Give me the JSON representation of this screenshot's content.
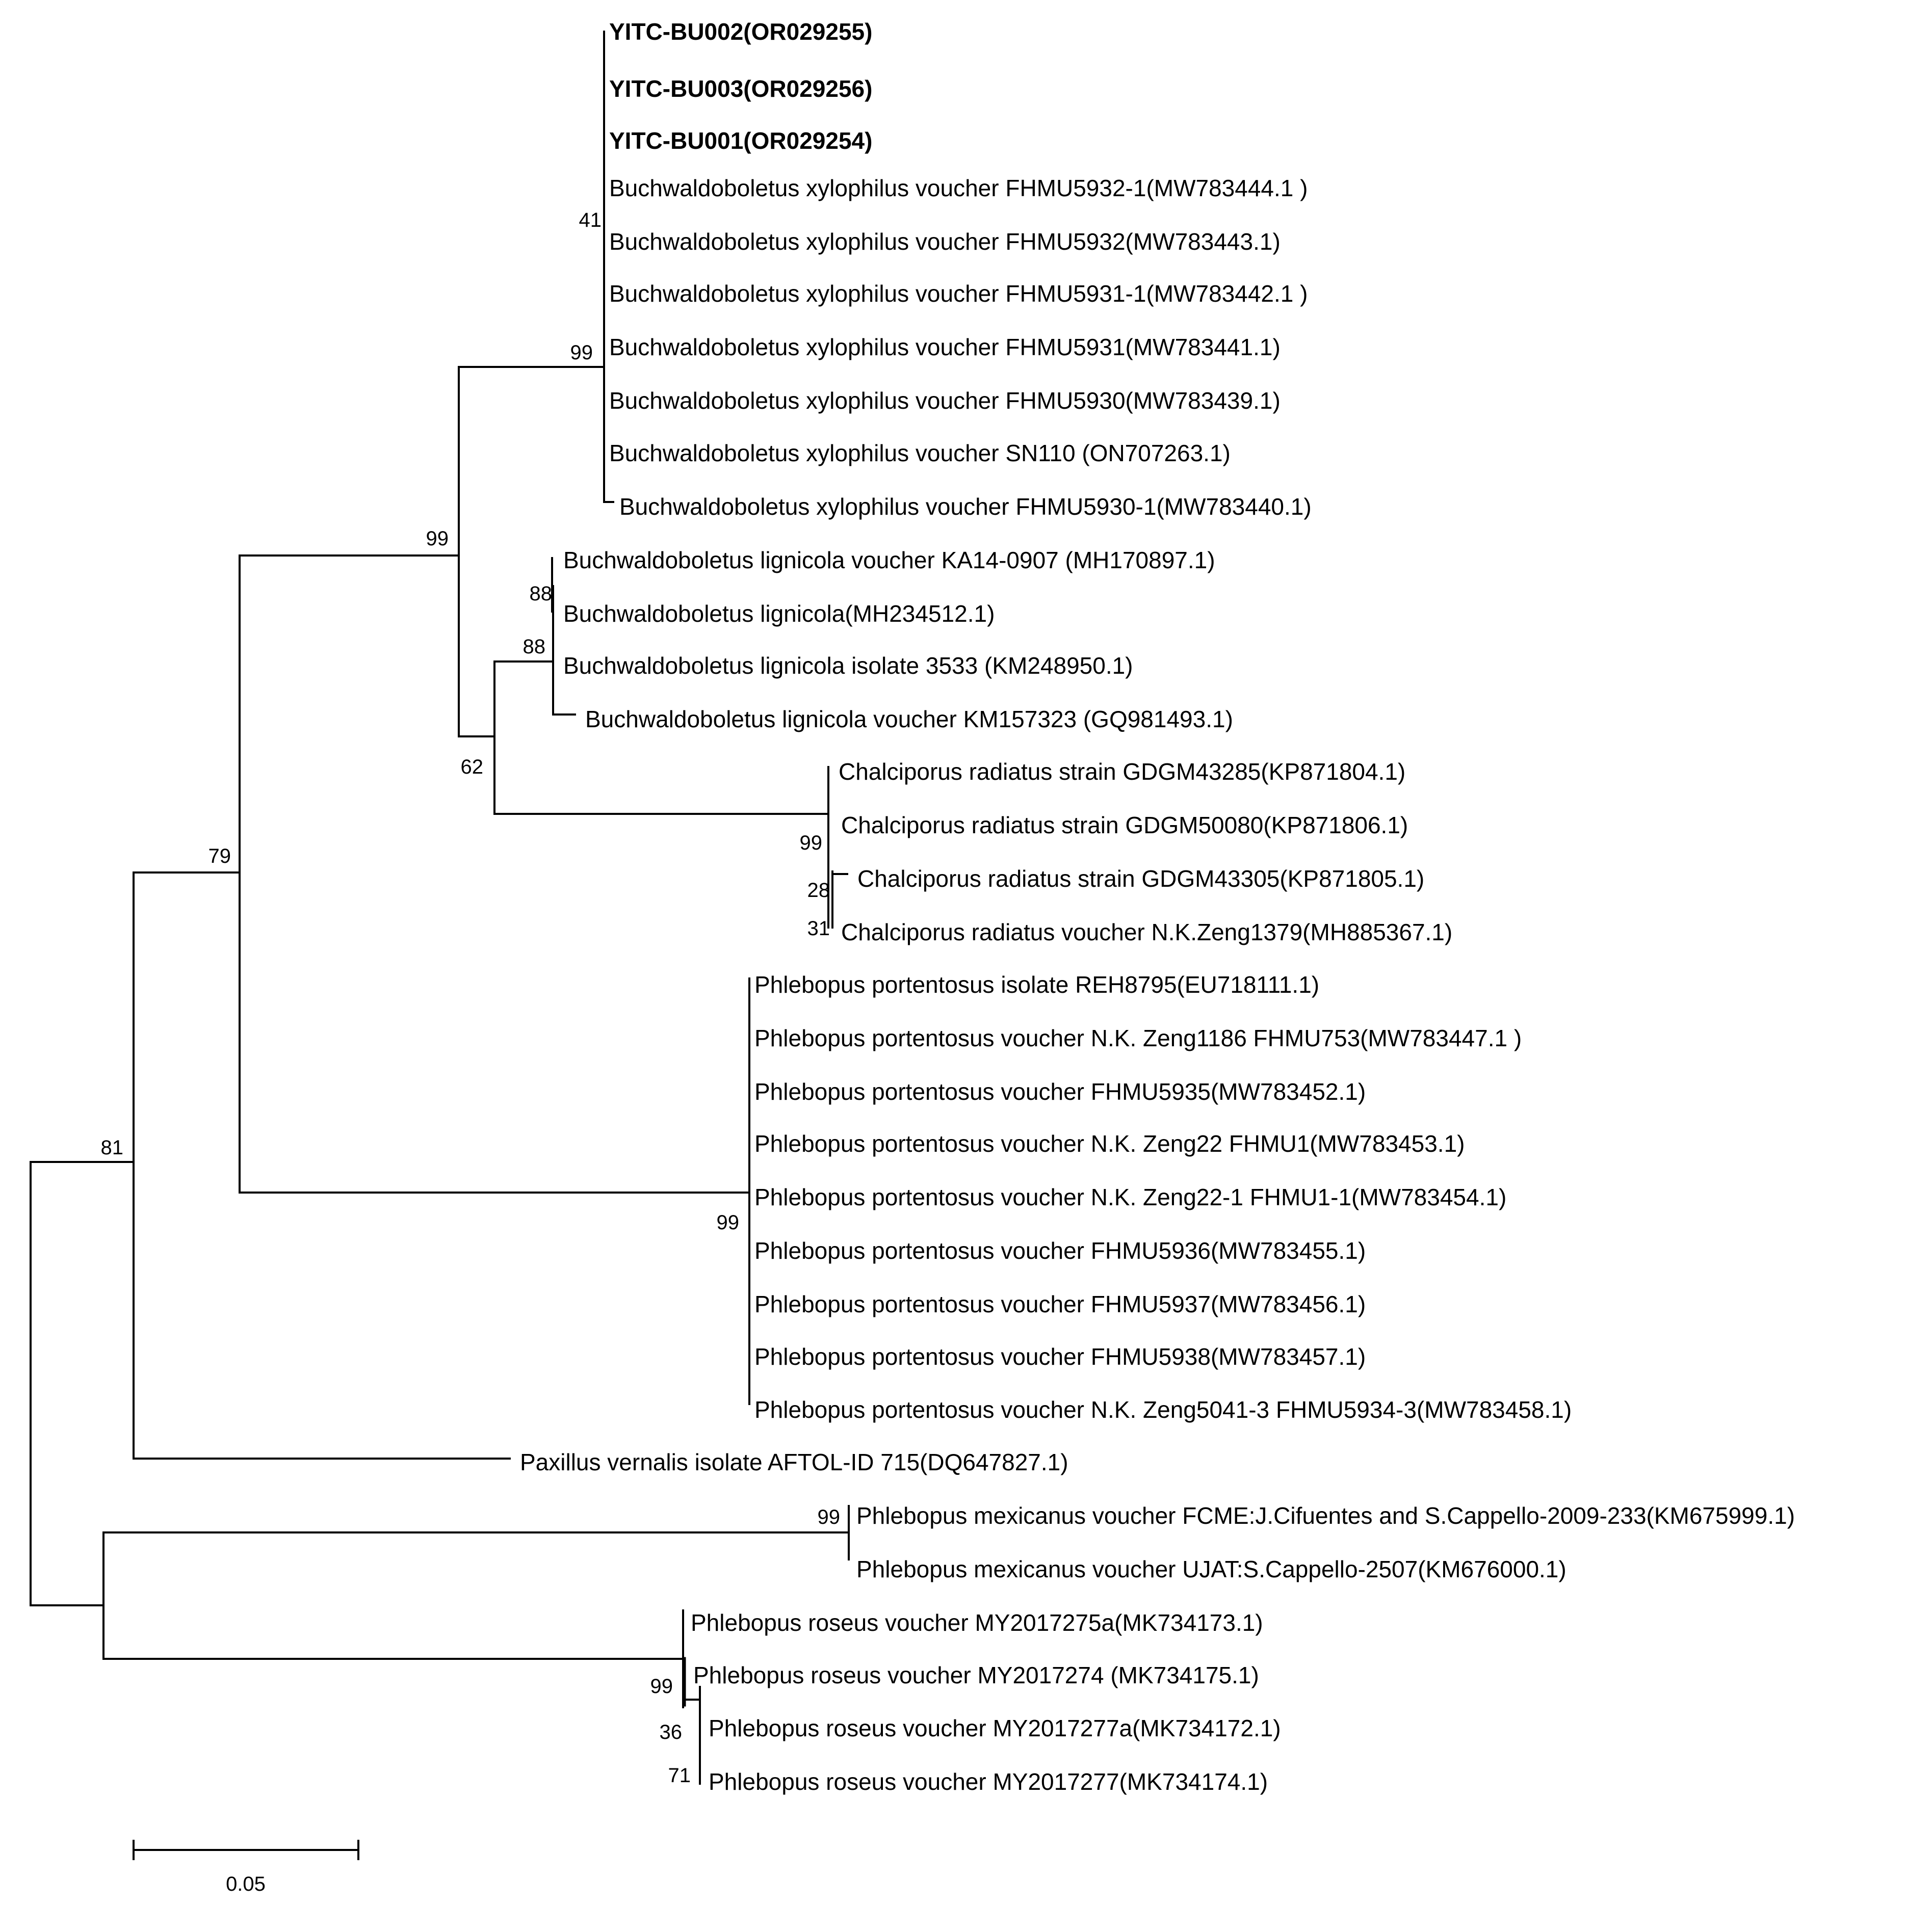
{
  "taxa": [
    {
      "label": "YITC-BU002(OR029255)",
      "bold": true
    },
    {
      "label": "YITC-BU003(OR029256)",
      "bold": true
    },
    {
      "label": "YITC-BU001(OR029254)",
      "bold": true
    },
    {
      "label": "Buchwaldoboletus xylophilus voucher FHMU5932-1(MW783444.1 )",
      "bold": false
    },
    {
      "label": "Buchwaldoboletus xylophilus voucher FHMU5932(MW783443.1)",
      "bold": false
    },
    {
      "label": "Buchwaldoboletus xylophilus voucher FHMU5931-1(MW783442.1 )",
      "bold": false
    },
    {
      "label": "Buchwaldoboletus xylophilus voucher FHMU5931(MW783441.1)",
      "bold": false
    },
    {
      "label": "Buchwaldoboletus xylophilus voucher FHMU5930(MW783439.1)",
      "bold": false
    },
    {
      "label": "Buchwaldoboletus xylophilus voucher SN110 (ON707263.1)",
      "bold": false
    },
    {
      "label": "Buchwaldoboletus xylophilus voucher FHMU5930-1(MW783440.1)",
      "bold": false
    },
    {
      "label": "Buchwaldoboletus lignicola voucher KA14-0907 (MH170897.1)",
      "bold": false
    },
    {
      "label": "Buchwaldoboletus lignicola(MH234512.1)",
      "bold": false
    },
    {
      "label": "Buchwaldoboletus lignicola isolate 3533 (KM248950.1)",
      "bold": false
    },
    {
      "label": "Buchwaldoboletus lignicola voucher KM157323 (GQ981493.1)",
      "bold": false
    },
    {
      "label": "Chalciporus radiatus strain GDGM43285(KP871804.1)",
      "bold": false
    },
    {
      "label": "Chalciporus radiatus strain GDGM50080(KP871806.1)",
      "bold": false
    },
    {
      "label": "Chalciporus radiatus strain GDGM43305(KP871805.1)",
      "bold": false
    },
    {
      "label": "Chalciporus radiatus voucher N.K.Zeng1379(MH885367.1)",
      "bold": false
    },
    {
      "label": "Phlebopus portentosus isolate REH8795(EU718111.1)",
      "bold": false
    },
    {
      "label": "Phlebopus portentosus voucher N.K. Zeng1186 FHMU753(MW783447.1 )",
      "bold": false
    },
    {
      "label": "Phlebopus portentosus voucher FHMU5935(MW783452.1)",
      "bold": false
    },
    {
      "label": "Phlebopus portentosus voucher N.K. Zeng22 FHMU1(MW783453.1)",
      "bold": false
    },
    {
      "label": "Phlebopus portentosus voucher N.K. Zeng22-1 FHMU1-1(MW783454.1)",
      "bold": false
    },
    {
      "label": "Phlebopus portentosus voucher FHMU5936(MW783455.1)",
      "bold": false
    },
    {
      "label": "Phlebopus portentosus voucher FHMU5937(MW783456.1)",
      "bold": false
    },
    {
      "label": "Phlebopus portentosus voucher FHMU5938(MW783457.1)",
      "bold": false
    },
    {
      "label": "Phlebopus portentosus voucher N.K. Zeng5041-3 FHMU5934-3(MW783458.1)",
      "bold": false
    },
    {
      "label": "Paxillus vernalis isolate AFTOL-ID 715(DQ647827.1)",
      "bold": false
    },
    {
      "label": "Phlebopus mexicanus voucher FCME:J.Cifuentes and S.Cappello-2009-233(KM675999.1)",
      "bold": false
    },
    {
      "label": "Phlebopus mexicanus voucher UJAT:S.Cappello-2507(KM676000.1)",
      "bold": false
    },
    {
      "label": "Phlebopus roseus voucher MY2017275a(MK734173.1)",
      "bold": false
    },
    {
      "label": "Phlebopus roseus voucher MY2017274 (MK734175.1)",
      "bold": false
    },
    {
      "label": "Phlebopus roseus voucher MY2017277a(MK734172.1)",
      "bold": false
    },
    {
      "label": "Phlebopus roseus voucher MY2017277(MK734174.1)",
      "bold": false
    }
  ],
  "support_values": [
    "41",
    "99",
    "99",
    "88",
    "88",
    "62",
    "99",
    "28",
    "31",
    "79",
    "99",
    "81",
    "99",
    "99",
    "36",
    "71"
  ],
  "scale_bar": {
    "label": "0.05",
    "length": 0.05
  }
}
